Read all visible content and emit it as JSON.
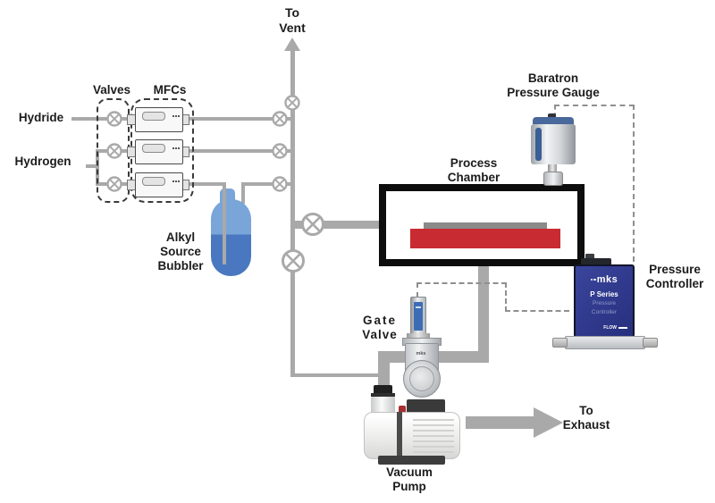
{
  "labels": {
    "to_vent": [
      "To",
      "Vent"
    ],
    "valves": "Valves",
    "mfcs": "MFCs",
    "hydride": "Hydride",
    "hydrogen": "Hydrogen",
    "alkyl_source_bubbler": [
      "Alkyl",
      "Source",
      "Bubbler"
    ],
    "process_chamber": [
      "Process",
      "Chamber"
    ],
    "baratron": [
      "Baratron",
      "Pressure Gauge"
    ],
    "pressure_controller": [
      "Pressure",
      "Controller"
    ],
    "gate_valve": [
      "Gate",
      "Valve"
    ],
    "vacuum_pump": [
      "Vacuum",
      "Pump"
    ],
    "to_exhaust": [
      "To",
      "Exhaust"
    ]
  },
  "devices": {
    "pressure_controller": {
      "brand": "mks",
      "model": "P Series",
      "subtitle": [
        "Pressure",
        "Controller"
      ],
      "badge": "FLOW"
    },
    "gate_valve": {
      "brand": "mks"
    }
  },
  "colors": {
    "pipe_gray": "#a9a9a9",
    "chamber_border": "#0d0d0d",
    "susceptor_red": "#c92b32",
    "substrate_gray": "#8a8a8a",
    "bubbler_gas": "#7aa5d8",
    "bubbler_liquid": "#4a78c0",
    "controller_navy": "#2c3690",
    "dashed_control": "#8f8f8f"
  }
}
